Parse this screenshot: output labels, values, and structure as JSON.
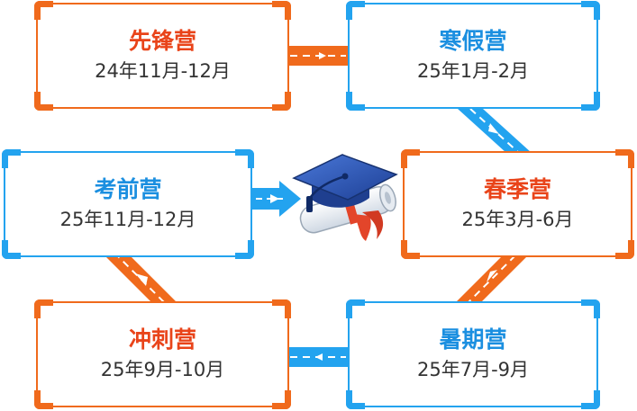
{
  "colors": {
    "orange": "#f06a1c",
    "blue": "#23a3ef",
    "name_orange": "#e9441a",
    "name_blue": "#1b8fe0",
    "text": "#333333"
  },
  "camps": [
    {
      "name": "先锋营",
      "date": "24年11月-12月",
      "theme": "orange"
    },
    {
      "name": "寒假营",
      "date": "25年1月-2月",
      "theme": "blue"
    },
    {
      "name": "春季营",
      "date": "25年3月-6月",
      "theme": "orange"
    },
    {
      "name": "暑期营",
      "date": "25年7月-9月",
      "theme": "blue"
    },
    {
      "name": "冲刺营",
      "date": "25年9月-10月",
      "theme": "orange"
    },
    {
      "name": "考前营",
      "date": "25年11月-12月",
      "theme": "blue"
    }
  ],
  "center_icon": "graduation-cap-diploma-icon"
}
